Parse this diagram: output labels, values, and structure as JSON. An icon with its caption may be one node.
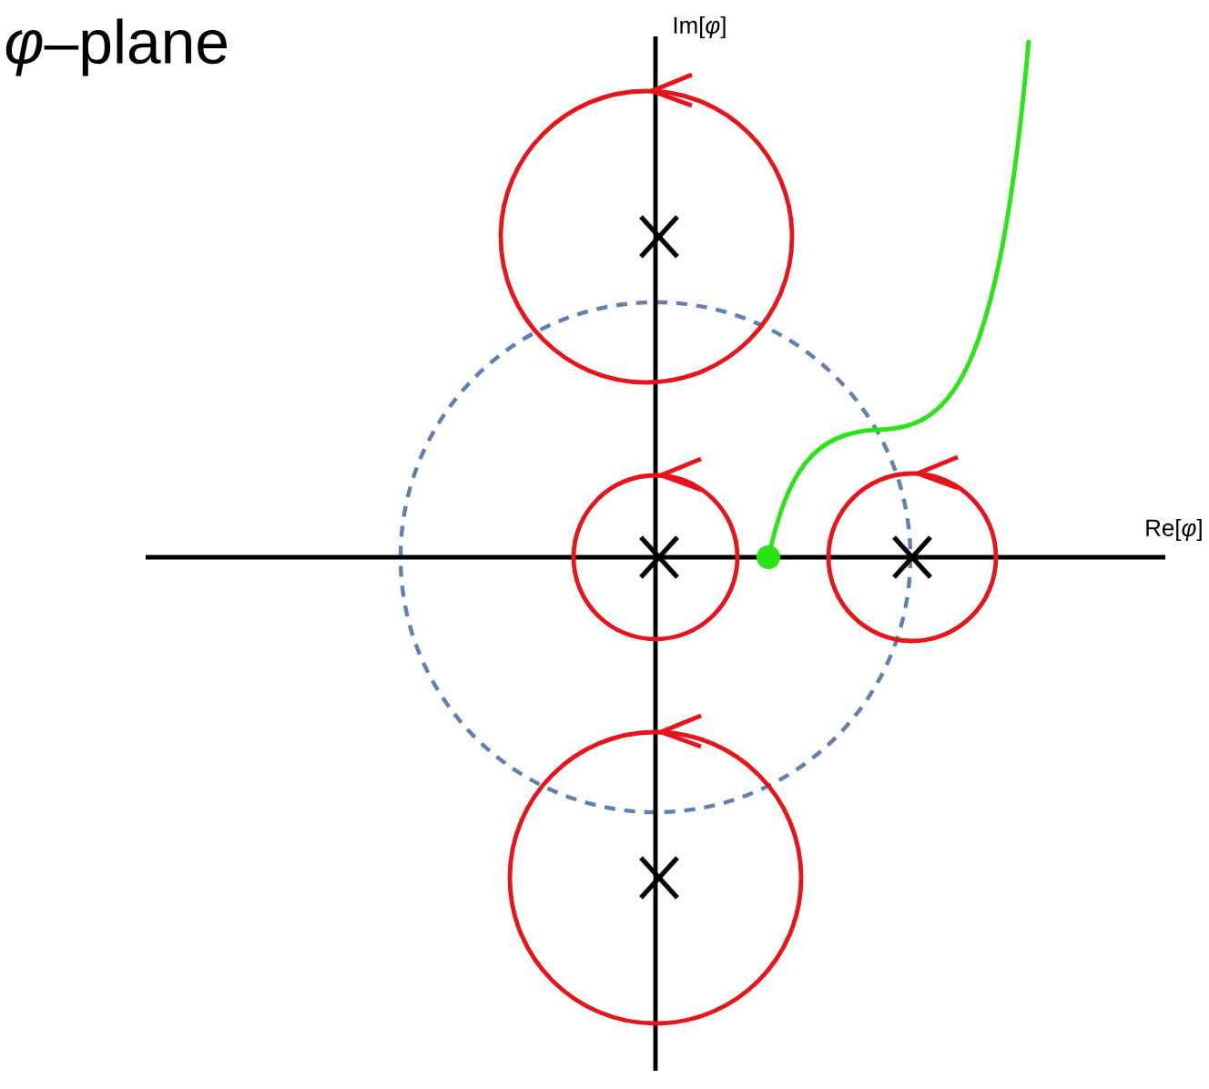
{
  "diagram": {
    "title": "*φ*–plane",
    "labels": [
      "Im[*φ*]",
      "Re[*φ*]"
    ]
  }
}
